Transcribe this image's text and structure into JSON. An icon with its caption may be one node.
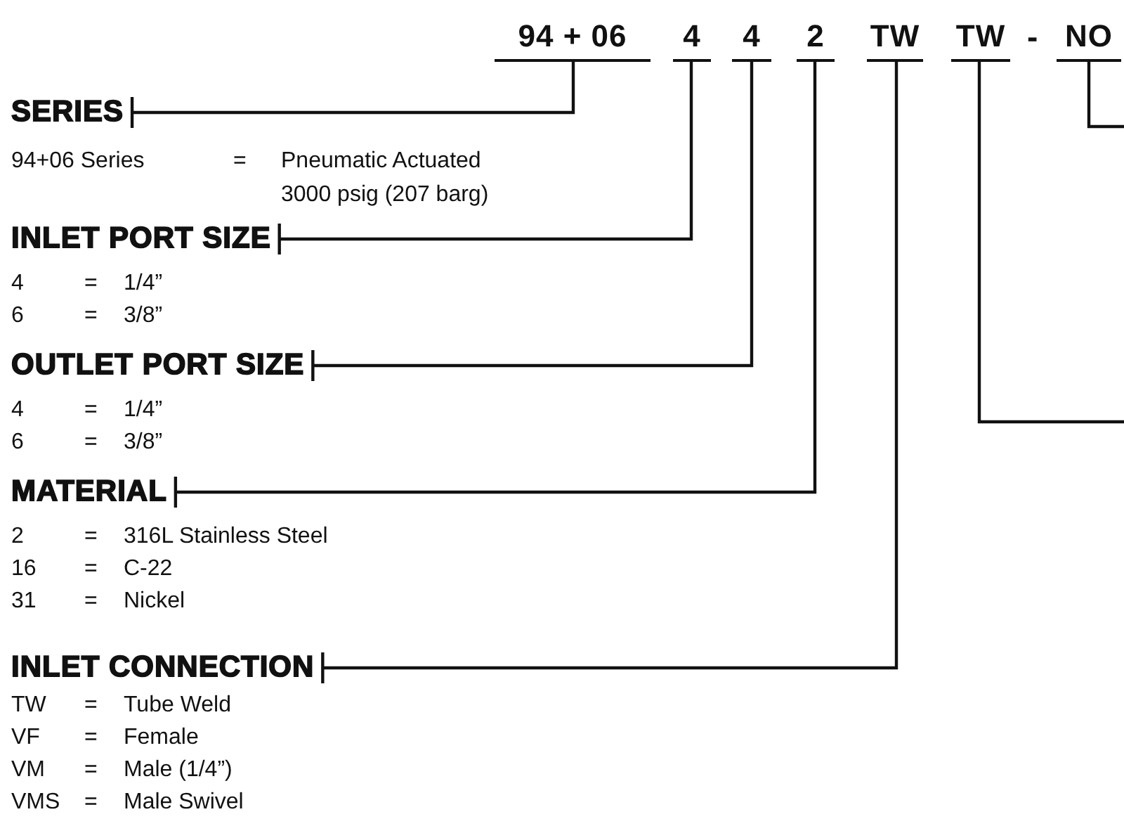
{
  "diagram": {
    "nodes": [
      {
        "text": [
          "94 + 06"
        ]
      },
      {
        "text": [
          "4"
        ]
      },
      {
        "text": [
          "4"
        ]
      },
      {
        "text": [
          "2"
        ]
      },
      {
        "text": [
          "TW"
        ]
      },
      {
        "text": [
          "TW"
        ]
      },
      {
        "text": [
          "NO"
        ]
      },
      {
        "text": [
          "SERIES"
        ]
      },
      {
        "text": [
          "INLET PORT SIZE"
        ]
      },
      {
        "text": [
          "OUTLET PORT SIZE"
        ]
      },
      {
        "text": [
          "MATERIAL"
        ]
      },
      {
        "text": [
          "INLET CONNECTION"
        ]
      }
    ],
    "edges": [
      {
        "from": 0,
        "to": 7,
        "arrow": "other"
      },
      {
        "from": 1,
        "to": 8,
        "arrow": "other"
      },
      {
        "from": 2,
        "to": 9,
        "arrow": "other"
      },
      {
        "from": 3,
        "to": 10,
        "arrow": "other"
      },
      {
        "from": 4,
        "to": 11,
        "arrow": "other"
      },
      {
        "from": 5,
        "to": null,
        "arrow": "none"
      },
      {
        "from": 6,
        "to": null,
        "arrow": "none"
      }
    ],
    "labels": [
      "-",
      "94+06 Series",
      "=",
      "Pneumatic Actuated 3000 psig (207 barg)",
      "4",
      "=",
      "1/4”",
      "6",
      "=",
      "3/8”",
      "4",
      "=",
      "1/4”",
      "6",
      "=",
      "3/8”",
      "2",
      "=",
      "316L Stainless Steel",
      "16",
      "=",
      "C-22",
      "31",
      "=",
      "Nickel",
      "TW",
      "=",
      "Tube Weld",
      "VF",
      "=",
      "Female",
      "VM",
      "=",
      "Male (1/4”)",
      "VMS",
      "=",
      "Male Swivel"
    ]
  }
}
